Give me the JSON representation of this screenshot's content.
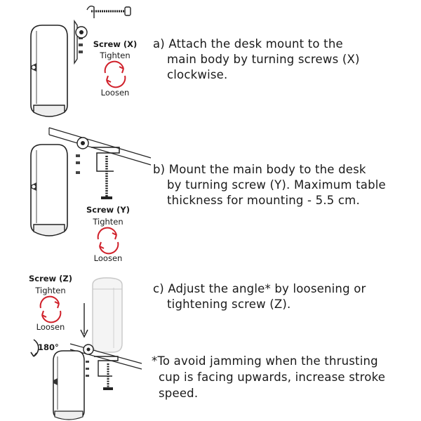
{
  "steps": [
    {
      "text_line1": "a) Attach the desk mount to the",
      "text_line2": "main body by turning screws (X)",
      "text_line3": "clockwise.",
      "screw_label": "Screw (X)",
      "tighten_label": "Tighten",
      "loosen_label": "Loosen"
    },
    {
      "text_line1": "b) Mount the main body to the desk",
      "text_line2": "by turning screw (Y). Maximum table",
      "text_line3": "thickness for  mounting - 5.5 cm.",
      "screw_label": "Screw (Y)",
      "tighten_label": "Tighten",
      "loosen_label": "Loosen"
    },
    {
      "text_line1": "c) Adjust the angle* by loosening or",
      "text_line2": "tightening screw (Z).",
      "screw_label": "Screw (Z)",
      "tighten_label": "Tighten",
      "loosen_label": "Loosen",
      "rotation_label": "180°"
    }
  ],
  "note": {
    "line1": "*To avoid jamming when the thrusting",
    "line2": "cup is facing upwards, increase stroke",
    "line3": "speed."
  },
  "colors": {
    "arrow_red": "#d0202a",
    "line": "#222222",
    "ghost": "#c8c8c8"
  }
}
